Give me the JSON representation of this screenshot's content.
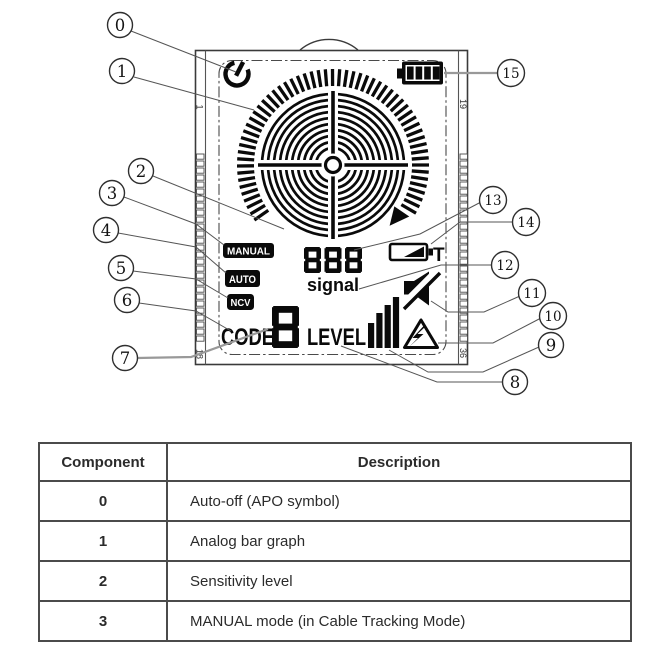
{
  "diagram": {
    "title": "LCD display components diagram",
    "display_texts": {
      "manual_badge": "MANUAL",
      "auto_badge": "AUTO",
      "ncv_badge": "NCV",
      "code_label": "CODE",
      "code_digit": "8",
      "level_label": "LEVEL",
      "signal_value": "888",
      "signal_label": "signal",
      "battery_t_label": "T"
    },
    "pin_labels": {
      "top_left": "1",
      "top_right": "19",
      "bottom_left": "18",
      "bottom_right": "36"
    },
    "icons": [
      "auto-off-icon",
      "battery-full-icon",
      "analog-bar-graph",
      "transmitter-battery-icon",
      "mute-icon",
      "warning-triangle-icon",
      "signal-bars-icon"
    ],
    "callouts": [
      {
        "label": "0"
      },
      {
        "label": "1"
      },
      {
        "label": "2"
      },
      {
        "label": "3"
      },
      {
        "label": "4"
      },
      {
        "label": "5"
      },
      {
        "label": "6"
      },
      {
        "label": "7"
      },
      {
        "label": "8"
      },
      {
        "label": "9"
      },
      {
        "label": "10"
      },
      {
        "label": "11"
      },
      {
        "label": "12"
      },
      {
        "label": "13"
      },
      {
        "label": "14"
      },
      {
        "label": "15"
      }
    ]
  },
  "table": {
    "headers": [
      "Component",
      "Description"
    ],
    "rows": [
      [
        "0",
        "Auto-off (APO symbol)"
      ],
      [
        "1",
        "Analog bar graph"
      ],
      [
        "2",
        "Sensitivity level"
      ],
      [
        "3",
        "MANUAL mode (in Cable Tracking Mode)"
      ]
    ]
  },
  "colors": {
    "lcd_ink": "#0a0a0a",
    "frame_line": "#3a3a3a",
    "leader_line": "#555555",
    "leader_line_gray": "#999999",
    "table_border": "#4b4b4b"
  }
}
